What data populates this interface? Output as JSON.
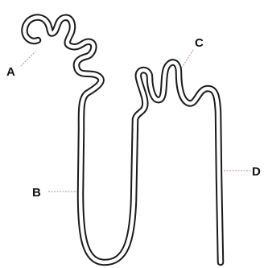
{
  "labels": {
    "a": "A",
    "b": "B",
    "c": "C",
    "d": "D"
  },
  "colors": {
    "line": "#1a1a1a",
    "leader": "#c9a0a8",
    "background": "#ffffff"
  }
}
